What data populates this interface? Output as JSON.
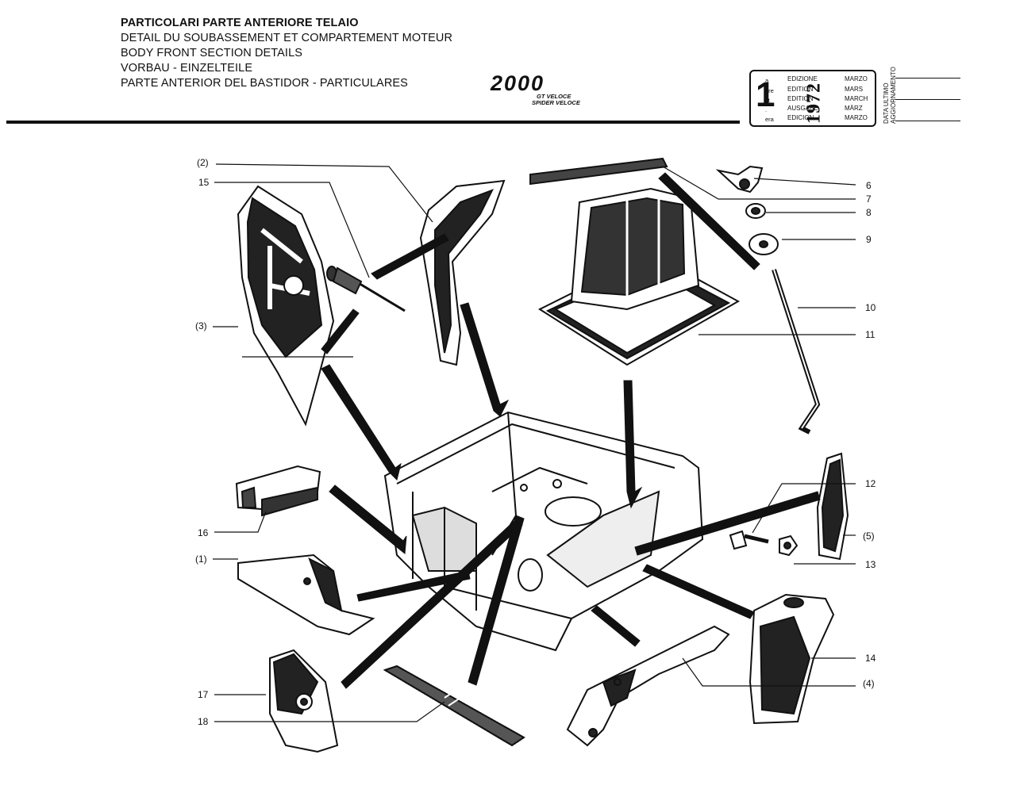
{
  "header": {
    "title_lines": [
      "PARTICOLARI PARTE ANTERIORE TELAIO",
      "DETAIL DU SOUBASSEMENT ET COMPARTEMENT MOTEUR",
      "BODY FRONT SECTION DETAILS",
      "VORBAU - EINZELTEILE",
      "PARTE ANTERIOR DEL BASTIDOR - PARTICULARES"
    ],
    "logo_text": "2000",
    "logo_sub1": "GT VELOCE",
    "logo_sub2": "SPIDER VELOCE"
  },
  "edition": {
    "number": "1",
    "suffixes": [
      "a",
      "ere",
      "st",
      ".",
      "era"
    ],
    "labels": [
      "EDIZIONE",
      "EDITION",
      "EDITION",
      "AUSGABE",
      "EDICION"
    ],
    "year": "1972",
    "months": [
      "MARZO",
      "MARS",
      "MARCH",
      "MÄRZ",
      "MARZO"
    ],
    "update_label_1": "DATA ULTIMO",
    "update_label_2": "AGGIORNAMENTO"
  },
  "callouts": [
    {
      "id": "c2",
      "text": "(2)"
    },
    {
      "id": "c15",
      "text": "15"
    },
    {
      "id": "c3",
      "text": "(3)"
    },
    {
      "id": "c16",
      "text": "16"
    },
    {
      "id": "c1",
      "text": "(1)"
    },
    {
      "id": "c17",
      "text": "17"
    },
    {
      "id": "c18",
      "text": "18"
    },
    {
      "id": "c6",
      "text": "6"
    },
    {
      "id": "c7",
      "text": "7"
    },
    {
      "id": "c8",
      "text": "8"
    },
    {
      "id": "c9",
      "text": "9"
    },
    {
      "id": "c10",
      "text": "10"
    },
    {
      "id": "c11",
      "text": "11"
    },
    {
      "id": "c12",
      "text": "12"
    },
    {
      "id": "c5",
      "text": "(5)"
    },
    {
      "id": "c13",
      "text": "13"
    },
    {
      "id": "c14",
      "text": "14"
    },
    {
      "id": "c4",
      "text": "(4)"
    }
  ]
}
